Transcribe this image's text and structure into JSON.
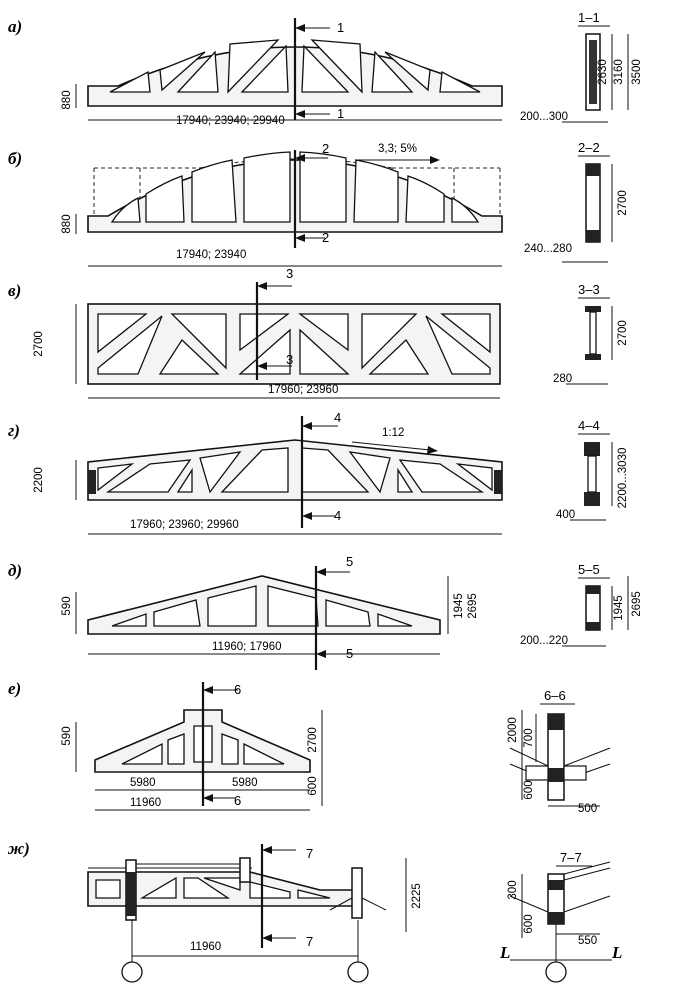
{
  "panels": [
    {
      "label": "а)",
      "cut": "1",
      "dims": [
        "880",
        "17940; 23940; 29940"
      ],
      "section": {
        "title": "1–1",
        "dims": [
          "3160",
          "2630",
          "3500",
          "200...300"
        ]
      }
    },
    {
      "label": "б)",
      "cut": "2",
      "slope": "3,3; 5%",
      "dims": [
        "880",
        "17940; 23940"
      ],
      "section": {
        "title": "2–2",
        "dims": [
          "2700",
          "240...280"
        ]
      }
    },
    {
      "label": "в)",
      "cut": "3",
      "dims": [
        "2700",
        "17960; 23960"
      ],
      "section": {
        "title": "3–3",
        "dims": [
          "2700",
          "280"
        ]
      }
    },
    {
      "label": "г)",
      "cut": "4",
      "slope": "1:12",
      "dims": [
        "2200",
        "17960; 23960; 29960"
      ],
      "section": {
        "title": "4–4",
        "dims": [
          "2200...3030",
          "400"
        ]
      }
    },
    {
      "label": "д)",
      "cut": "5",
      "dims": [
        "590",
        "1945",
        "2695",
        "11960; 17960"
      ],
      "section": {
        "title": "5–5",
        "dims": [
          "1945",
          "2695",
          "200...220"
        ]
      }
    },
    {
      "label": "е)",
      "cut": "6",
      "dims": [
        "590",
        "2700",
        "600",
        "5980",
        "5980",
        "11960"
      ],
      "section": {
        "title": "6–6",
        "dims": [
          "2000",
          "700",
          "600",
          "500"
        ]
      }
    },
    {
      "label": "ж)",
      "cut": "7",
      "dims": [
        "2225",
        "11960"
      ],
      "section": {
        "title": "7–7",
        "dims": [
          "300",
          "600",
          "550",
          "L",
          "L"
        ]
      }
    }
  ]
}
